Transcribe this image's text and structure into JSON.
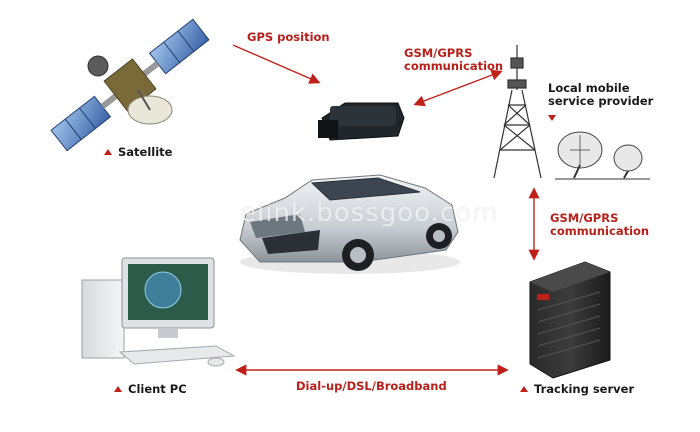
{
  "nodes": {
    "satellite": "Satellite",
    "provider_line1": "Local mobile",
    "provider_line2": "service provider",
    "client_pc": "Client PC",
    "tracking_server": "Tracking server"
  },
  "links": {
    "gps": "GPS position",
    "gsm_top_line1": "GSM/GPRS",
    "gsm_top_line2": "communication",
    "gsm_right_line1": "GSM/GPRS",
    "gsm_right_line2": "communication",
    "dialup": "Dial-up/DSL/Broadband"
  },
  "watermark": "elink.bossgoo.com",
  "colors": {
    "accent": "#b8201a",
    "arrow": "#c0201a",
    "text": "#1a1a1a"
  }
}
